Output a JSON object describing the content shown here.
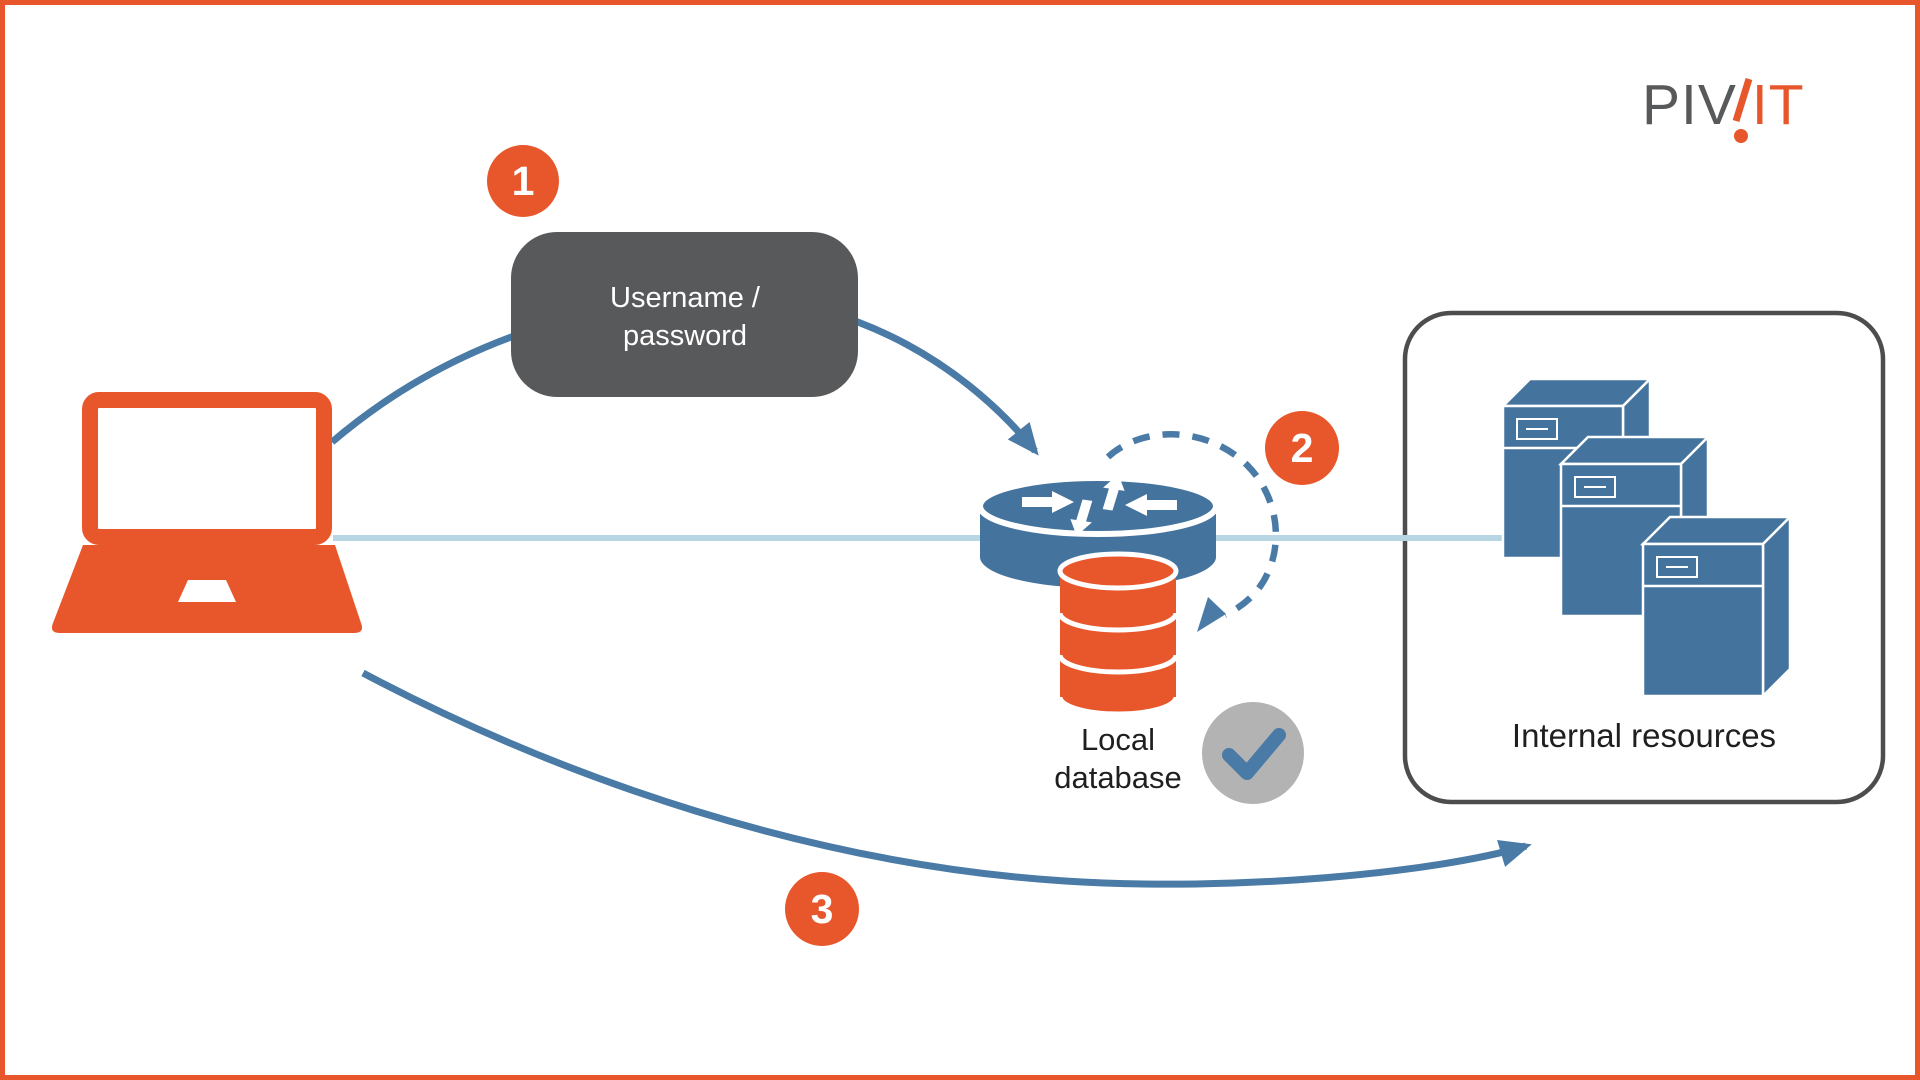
{
  "logo": {
    "gray_part": "PIV",
    "orange_part": "IT"
  },
  "steps": {
    "step1": "1",
    "step2": "2",
    "step3": "3"
  },
  "credentials_box": {
    "line1": "Username /",
    "line2": "password"
  },
  "local_database_label": {
    "line1": "Local",
    "line2": "database"
  },
  "internal_resources_label": "Internal resources",
  "colors": {
    "brand_orange": "#E8572B",
    "shape_blue": "#44739E",
    "arrow_blue": "#4A7AA6",
    "light_link_blue": "#B7D5E2",
    "credentials_gray": "#58595B",
    "resources_border_gray": "#4D4D4D",
    "check_circle_gray": "#B3B3B4",
    "label_text": "#1F1F1F"
  }
}
